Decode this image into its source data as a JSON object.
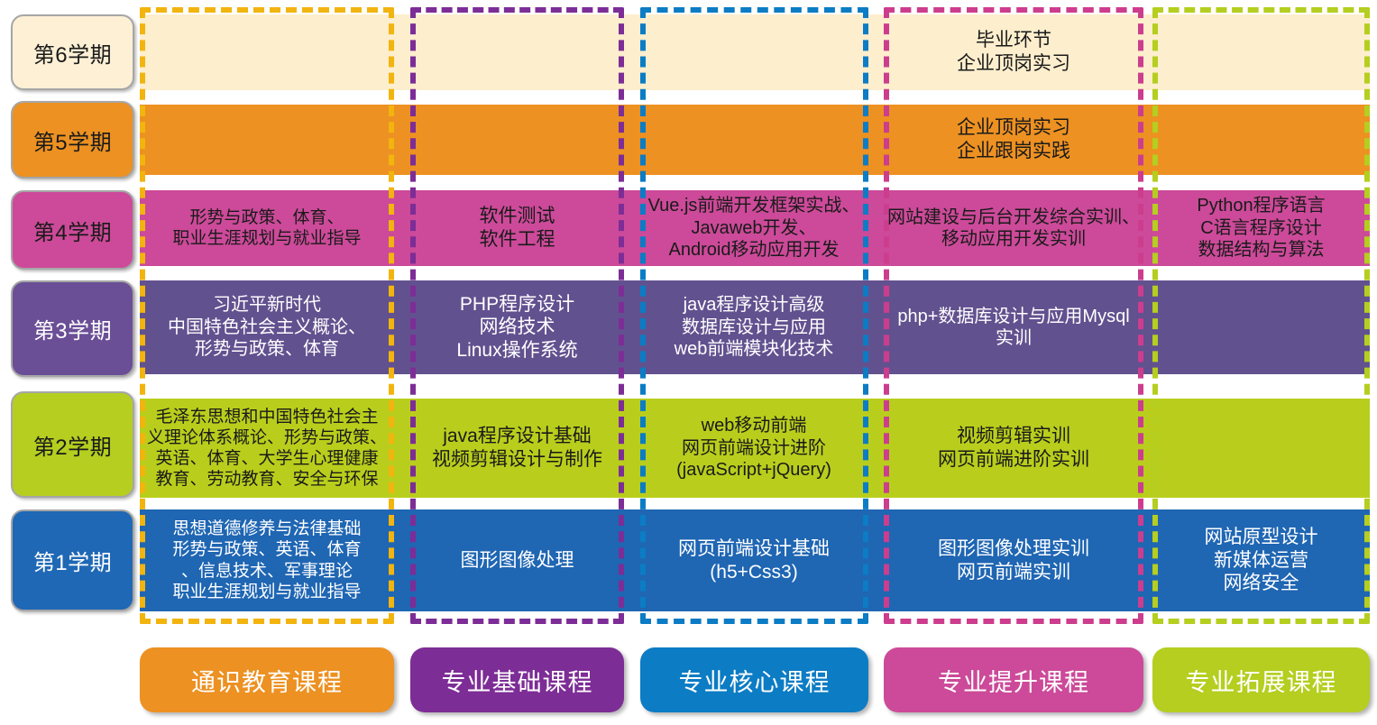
{
  "semesters": [
    {
      "label": "第6学期",
      "bg": "#fdf0d5",
      "text_color": "#1a1a1a",
      "band_color": "#fdeecd"
    },
    {
      "label": "第5学期",
      "bg": "#ec9122",
      "text_color": "#1a1a1a",
      "band_color": "#ed9122"
    },
    {
      "label": "第4学期",
      "bg": "#cc4a99",
      "text_color": "#1a1a1a",
      "band_color": "#cc4a99"
    },
    {
      "label": "第3学期",
      "bg": "#6a4e96",
      "text_color": "#ffffff",
      "band_color": "#62518f"
    },
    {
      "label": "第2学期",
      "bg": "#b5ce1f",
      "text_color": "#1a1a1a",
      "band_color": "#b9ce1c"
    },
    {
      "label": "第1学期",
      "bg": "#1f68b5",
      "text_color": "#ffffff",
      "band_color": "#1f66b3"
    }
  ],
  "categories": [
    {
      "name": "通识教育课程",
      "color": "#f2b40f",
      "legend_color": "#ec9122"
    },
    {
      "name": "专业基础课程",
      "color": "#7d2d96",
      "legend_color": "#7d2d96"
    },
    {
      "name": "专业核心课程",
      "color": "#0c7cc4",
      "legend_color": "#0c7cc4"
    },
    {
      "name": "专业提升课程",
      "color": "#cc3d8e",
      "legend_color": "#cc4a99"
    },
    {
      "name": "专业拓展课程",
      "color": "#b5ce1f",
      "legend_color": "#b5ce1f"
    }
  ],
  "cells": {
    "s6": {
      "c1": "",
      "c2": "",
      "c3": "",
      "c4": "毕业环节\n企业顶岗实习",
      "c5": ""
    },
    "s5": {
      "c1": "",
      "c2": "",
      "c3": "",
      "c4": "企业顶岗实习\n企业跟岗实践",
      "c5": ""
    },
    "s4": {
      "c1": "形势与政策、体育、\n职业生涯规划与就业指导",
      "c2": "软件测试\n软件工程",
      "c3": "Vue.js前端开发框架实战、\nJavaweb开发、\nAndroid移动应用开发",
      "c4": "网站建设与后台开发综合实训、\n移动应用开发实训",
      "c5": "Python程序语言\nC语言程序设计\n数据结构与算法"
    },
    "s3": {
      "c1": "习近平新时代\n中国特色社会主义概论、\n形势与政策、体育",
      "c2": "PHP程序设计\n网络技术\nLinux操作系统",
      "c3": "java程序设计高级\n数据库设计与应用\nweb前端模块化技术",
      "c4": "php+数据库设计与应用Mysql\n实训",
      "c5": ""
    },
    "s2": {
      "c1": "毛泽东思想和中国特色社会主\n义理论体系概论、形势与政策、\n英语、体育、大学生心理健康\n教育、劳动教育、安全与环保",
      "c2": "java程序设计基础\n视频剪辑设计与制作",
      "c3": "web移动前端\n网页前端设计进阶\n(javaScript+jQuery)",
      "c4": "视频剪辑实训\n网页前端进阶实训",
      "c5": ""
    },
    "s1": {
      "c1": "思想道德修养与法律基础\n形势与政策、英语、体育\n、信息技术、军事理论\n职业生涯规划与就业指导",
      "c2": "图形图像处理",
      "c3": "网页前端设计基础\n(h5+Css3)",
      "c4": "图形图像处理实训\n网页前端实训",
      "c5": "网站原型设计\n新媒体运营\n网络安全"
    }
  }
}
